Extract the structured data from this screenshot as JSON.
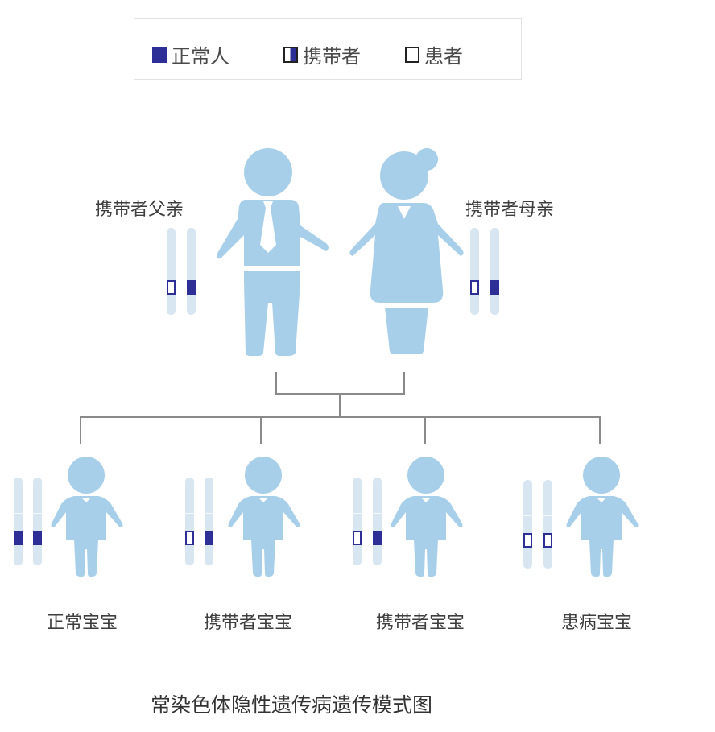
{
  "legend": {
    "items": [
      {
        "key": "normal",
        "label": "正常人",
        "swatch": "filled"
      },
      {
        "key": "carrier",
        "label": "携带者",
        "swatch": "half"
      },
      {
        "key": "patient",
        "label": "患者",
        "swatch": "empty"
      }
    ]
  },
  "colors": {
    "figure": "#a7cfe9",
    "chromosome": "#d7e6f1",
    "allele": "#2e2f96",
    "connector": "#8a8a8a"
  },
  "parents": {
    "father": {
      "label": "携带者父亲",
      "alleles": [
        "recessive",
        "dominant"
      ]
    },
    "mother": {
      "label": "携带者母亲",
      "alleles": [
        "recessive",
        "dominant"
      ]
    }
  },
  "children": [
    {
      "label": "正常宝宝",
      "alleles": [
        "dominant",
        "dominant"
      ]
    },
    {
      "label": "携带者宝宝",
      "alleles": [
        "recessive",
        "dominant"
      ]
    },
    {
      "label": "携带者宝宝",
      "alleles": [
        "recessive",
        "dominant"
      ]
    },
    {
      "label": "患病宝宝",
      "alleles": [
        "recessive",
        "recessive"
      ]
    }
  ],
  "caption": "常染色体隐性遗传病遗传模式图"
}
